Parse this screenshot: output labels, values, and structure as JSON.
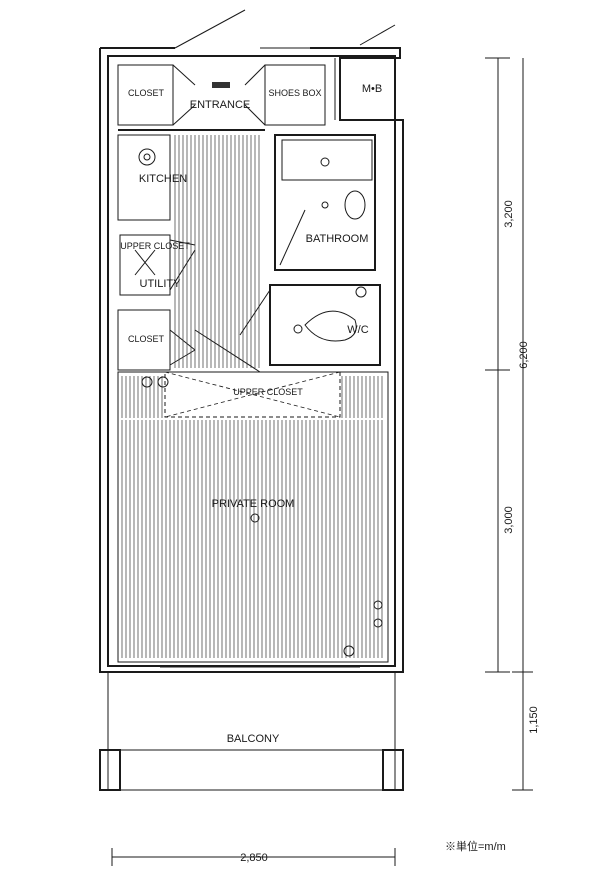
{
  "rooms": {
    "closet_top": "CLOSET",
    "entrance": "ENTRANCE",
    "shoes_box": "SHOES BOX",
    "mb": "M•B",
    "kitchen": "KITCHEN",
    "bathroom": "BATHROOM",
    "upper_closet_left": "UPPER CLOSET",
    "utility": "UTILITY",
    "closet_mid": "CLOSET",
    "wc": "W/C",
    "upper_closet_main": "UPPER CLOSET",
    "private_room": "PRIVATE ROOM",
    "balcony": "BALCONY"
  },
  "dimensions": {
    "bathroom_depth": "3,200",
    "total_depth": "6,200",
    "room_depth": "3,000",
    "balcony_depth": "1,150",
    "total_width": "2,850"
  },
  "note": "※単位=m/m"
}
